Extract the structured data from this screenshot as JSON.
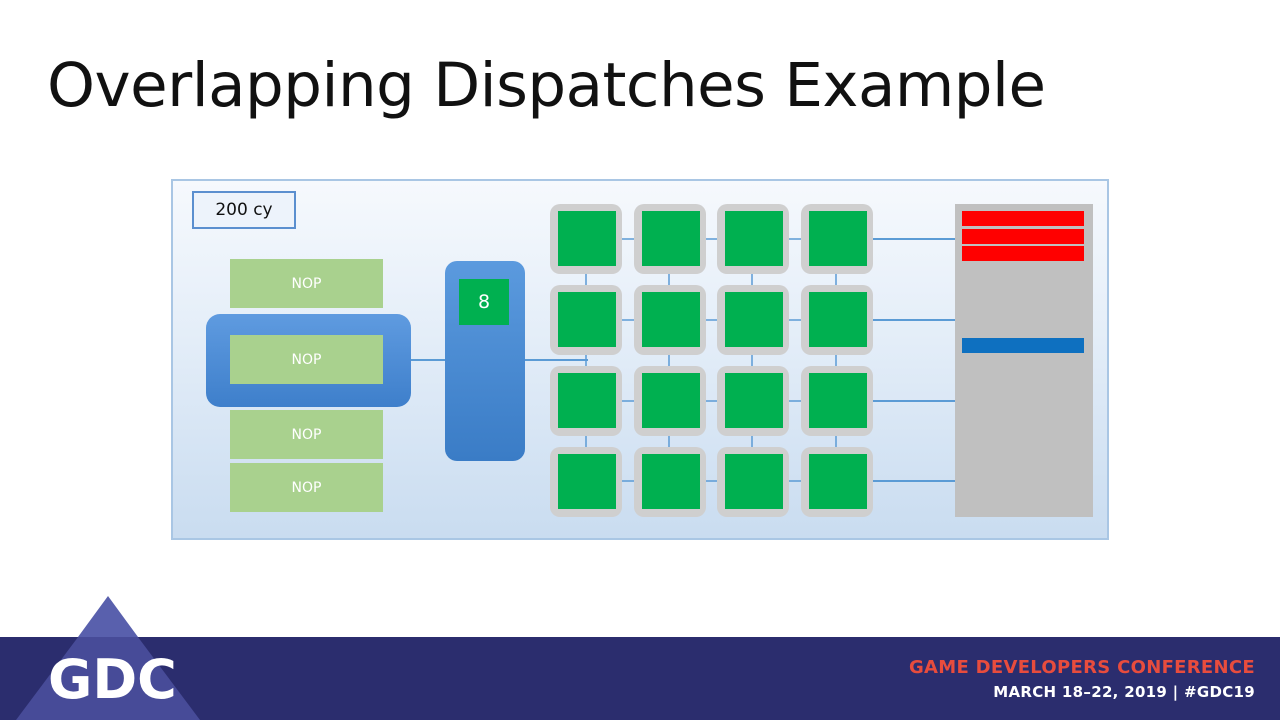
{
  "slide": {
    "title": "Overlapping Dispatches Example"
  },
  "diagram": {
    "cycle_counter": "200 cy",
    "command_queue": [
      "NOP",
      "NOP",
      "NOP",
      "NOP"
    ],
    "wave_count": "8",
    "compute_units": {
      "rows": 4,
      "cols": 4,
      "state": "busy"
    },
    "memory_panel": {
      "red_bars": 3,
      "blue_bars": 1
    },
    "colors": {
      "nop": "#a9d18e",
      "queue": "#3e7fcb",
      "cu_active": "#00b050",
      "cu_frame": "#cfcfcf",
      "memory": "#c0c0c0",
      "mem_red": "#ff0000",
      "mem_blue": "#0e70c0",
      "connector": "#5b9bd5"
    }
  },
  "footer": {
    "logo": "GDC",
    "conference_name": "GAME DEVELOPERS CONFERENCE",
    "dates": "MARCH 18–22, 2019  |  #GDC19",
    "colors": {
      "band": "#2b2d6e",
      "accent": "#e84c3d"
    }
  }
}
